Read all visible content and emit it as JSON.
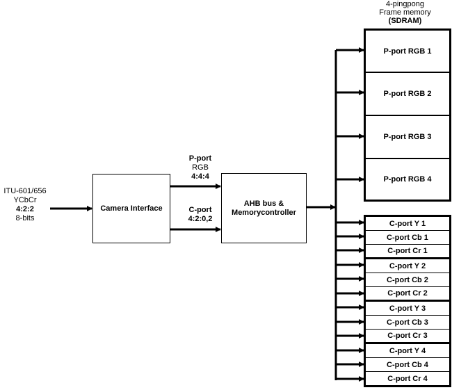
{
  "input": {
    "line1": "ITU-601/656",
    "line2": "YCbCr",
    "line3": "4:2:2",
    "line4": "8-bits"
  },
  "camera_interface": {
    "label": "Camera Interface"
  },
  "pport_label": {
    "line1": "P-port",
    "line2": "RGB",
    "line3": "4:4:4"
  },
  "cport_label": {
    "line1": "C-port",
    "line2": "4:2:0,2"
  },
  "ahb": {
    "line1": "AHB bus &",
    "line2": "Memorycontroller"
  },
  "memory_title": {
    "line1": "4-pingpong",
    "line2": "Frame memory",
    "line3": "(SDRAM)"
  },
  "pport_buffers": [
    "P-port RGB 1",
    "P-port RGB 2",
    "P-port RGB 3",
    "P-port RGB 4"
  ],
  "cport_buffers": [
    "C-port Y 1",
    "C-port Cb 1",
    "C-port Cr 1",
    "C-port Y 2",
    "C-port Cb 2",
    "C-port Cr 2",
    "C-port Y 3",
    "C-port Cb 3",
    "C-port Cr 3",
    "C-port Y 4",
    "C-port Cb 4",
    "C-port Cr 4"
  ]
}
